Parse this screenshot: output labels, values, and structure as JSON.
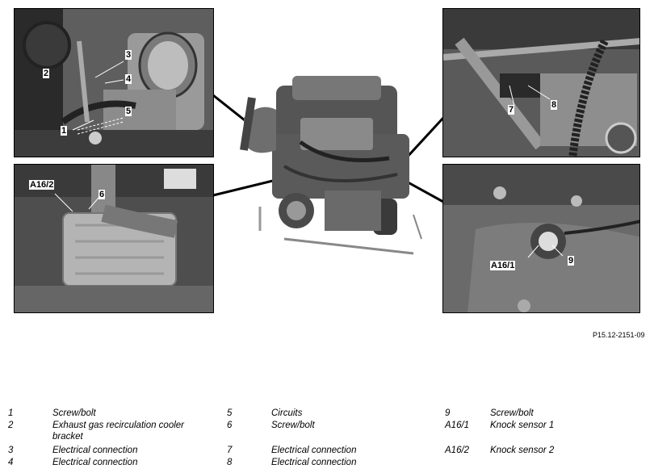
{
  "figure_ref": "P15.12-2151-09",
  "panels": {
    "top_left": {
      "callouts": [
        "1",
        "2",
        "3",
        "4",
        "5"
      ]
    },
    "bottom_left": {
      "callouts": [
        "A16/2",
        "6"
      ]
    },
    "top_right": {
      "callouts": [
        "7",
        "8"
      ]
    },
    "bottom_right": {
      "callouts": [
        "A16/1",
        "9"
      ]
    }
  },
  "legend": [
    {
      "key": "1",
      "text": "Screw/bolt"
    },
    {
      "key": "2",
      "text": "Exhaust gas recirculation cooler bracket"
    },
    {
      "key": "3",
      "text": "Electrical connection"
    },
    {
      "key": "4",
      "text": "Electrical connection"
    },
    {
      "key": "5",
      "text": "Circuits"
    },
    {
      "key": "6",
      "text": "Screw/bolt"
    },
    {
      "key": "7",
      "text": "Electrical connection"
    },
    {
      "key": "8",
      "text": "Electrical connection"
    },
    {
      "key": "9",
      "text": "Screw/bolt"
    },
    {
      "key": "A16/1",
      "text": "Knock sensor 1"
    },
    {
      "key": "A16/2",
      "text": "Knock sensor 2"
    }
  ]
}
